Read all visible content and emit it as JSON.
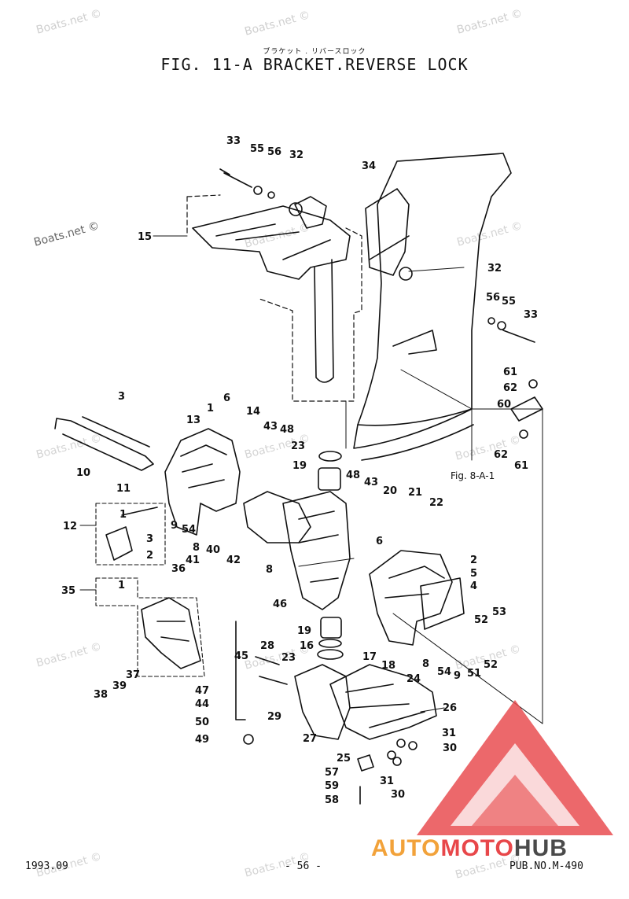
{
  "header": {
    "subtitle_jp": "ブラケット . リバースロック",
    "title": "FIG. 11-A BRACKET.REVERSE LOCK"
  },
  "watermark": "Boats.net ©",
  "reference_note": "Fig. 8-A-1",
  "footer": {
    "date": "1993.09",
    "page": "- 56 -",
    "pub": "PUB.NO.M-490"
  },
  "logo": {
    "part1": "AUTO",
    "part2": "MOTO",
    "part3": "HUB",
    "color_orange": "#f2a23a",
    "color_red": "#e8474a",
    "color_dark": "#4a4a4a"
  },
  "callouts": [
    "33",
    "55",
    "56",
    "32",
    "34",
    "15",
    "32",
    "56",
    "55",
    "33",
    "61",
    "62",
    "60",
    "62",
    "61",
    "3",
    "13",
    "1",
    "6",
    "14",
    "43",
    "48",
    "23",
    "19",
    "10",
    "11",
    "12",
    "1",
    "3",
    "2",
    "9",
    "54",
    "8",
    "40",
    "48",
    "43",
    "20",
    "21",
    "22",
    "6",
    "41",
    "42",
    "36",
    "35",
    "1",
    "8",
    "46",
    "2",
    "5",
    "4",
    "53",
    "52",
    "19",
    "16",
    "28",
    "23",
    "45",
    "17",
    "18",
    "8",
    "54",
    "9",
    "51",
    "52",
    "38",
    "39",
    "37",
    "47",
    "44",
    "29",
    "24",
    "26",
    "50",
    "49",
    "27",
    "25",
    "31",
    "30",
    "57",
    "59",
    "58",
    "31",
    "30"
  ]
}
